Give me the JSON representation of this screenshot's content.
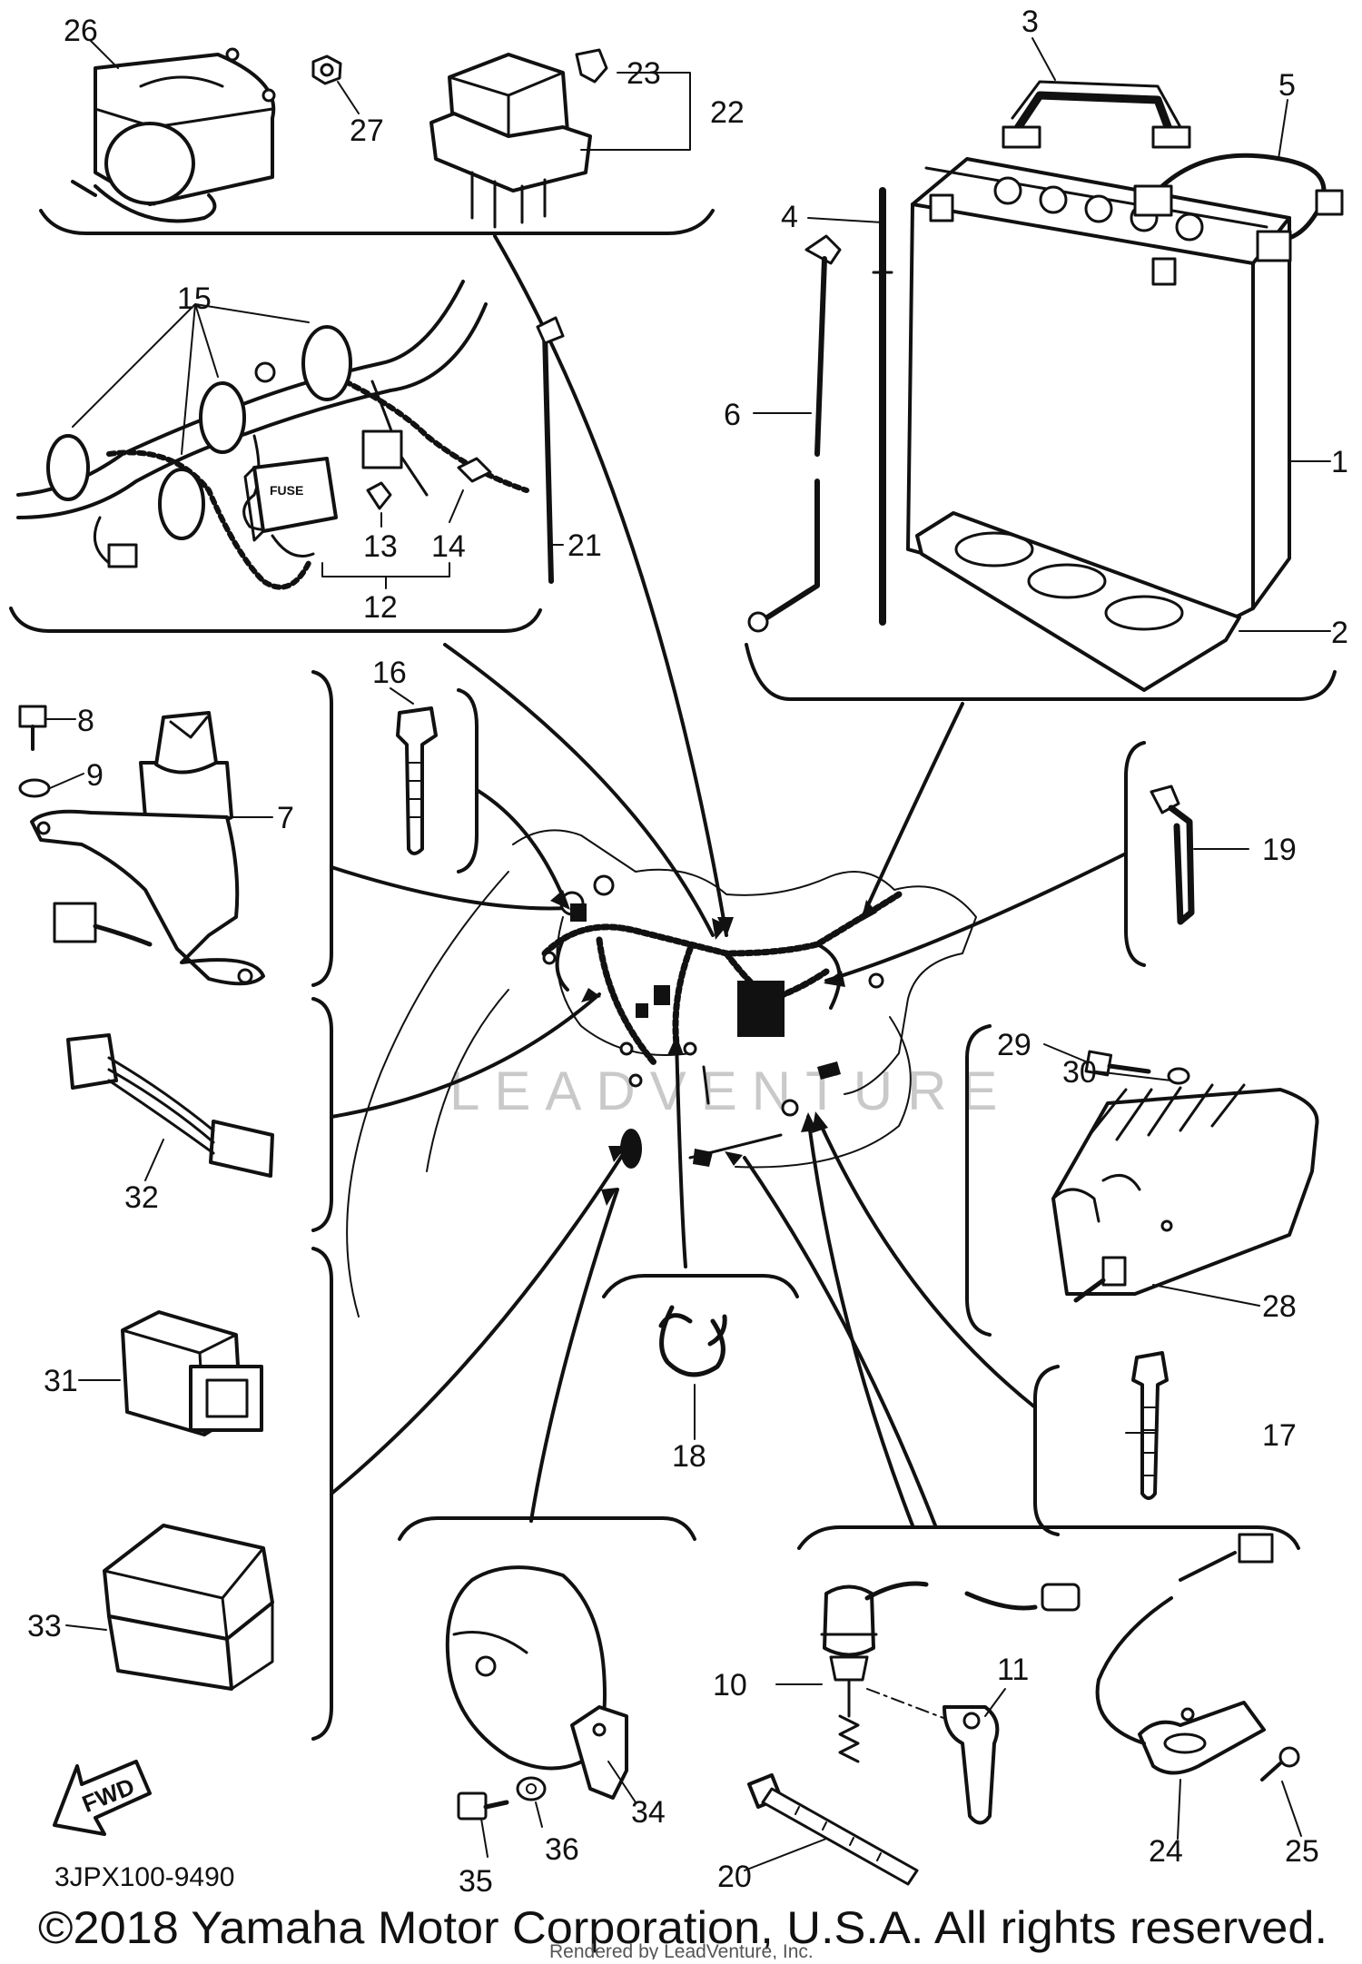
{
  "diagram": {
    "doc_id": "3JPX100-9490",
    "copyright": "©2018 Yamaha Motor Corporation, U.S.A. All rights reserved.",
    "rendered_by": "Rendered by LeadVenture, Inc.",
    "watermark": "LEADVENTURE",
    "direction_label": "FWD",
    "fuse_label": "FUSE"
  },
  "parts": [
    {
      "ref": "1",
      "name": "battery"
    },
    {
      "ref": "2",
      "name": "battery-tray-pad"
    },
    {
      "ref": "3",
      "name": "battery-band"
    },
    {
      "ref": "4",
      "name": "breather-pipe"
    },
    {
      "ref": "5",
      "name": "battery-lead"
    },
    {
      "ref": "6",
      "name": "ground-lead"
    },
    {
      "ref": "7",
      "name": "main-switch"
    },
    {
      "ref": "8",
      "name": "bolt"
    },
    {
      "ref": "9",
      "name": "washer"
    },
    {
      "ref": "10",
      "name": "brake-switch"
    },
    {
      "ref": "11",
      "name": "switch-bracket"
    },
    {
      "ref": "12",
      "name": "fuse-box-assembly"
    },
    {
      "ref": "13",
      "name": "fuse"
    },
    {
      "ref": "14",
      "name": "fuse-cap"
    },
    {
      "ref": "15",
      "name": "wire-clamps"
    },
    {
      "ref": "16",
      "name": "cable-tie"
    },
    {
      "ref": "17",
      "name": "cable-tie"
    },
    {
      "ref": "18",
      "name": "clamp"
    },
    {
      "ref": "19",
      "name": "cable-tie"
    },
    {
      "ref": "20",
      "name": "cable-tie"
    },
    {
      "ref": "21",
      "name": "cable-tie"
    },
    {
      "ref": "22",
      "name": "relay-assembly"
    },
    {
      "ref": "23",
      "name": "relay-fuse"
    },
    {
      "ref": "24",
      "name": "sensor"
    },
    {
      "ref": "25",
      "name": "screw"
    },
    {
      "ref": "26",
      "name": "ignition-coil"
    },
    {
      "ref": "27",
      "name": "nut"
    },
    {
      "ref": "28",
      "name": "rectifier-regulator"
    },
    {
      "ref": "29",
      "name": "bolt"
    },
    {
      "ref": "30",
      "name": "washer"
    },
    {
      "ref": "31",
      "name": "relay"
    },
    {
      "ref": "32",
      "name": "lead-wire"
    },
    {
      "ref": "33",
      "name": "control-unit"
    },
    {
      "ref": "34",
      "name": "horn"
    },
    {
      "ref": "35",
      "name": "bolt"
    },
    {
      "ref": "36",
      "name": "washer"
    }
  ]
}
